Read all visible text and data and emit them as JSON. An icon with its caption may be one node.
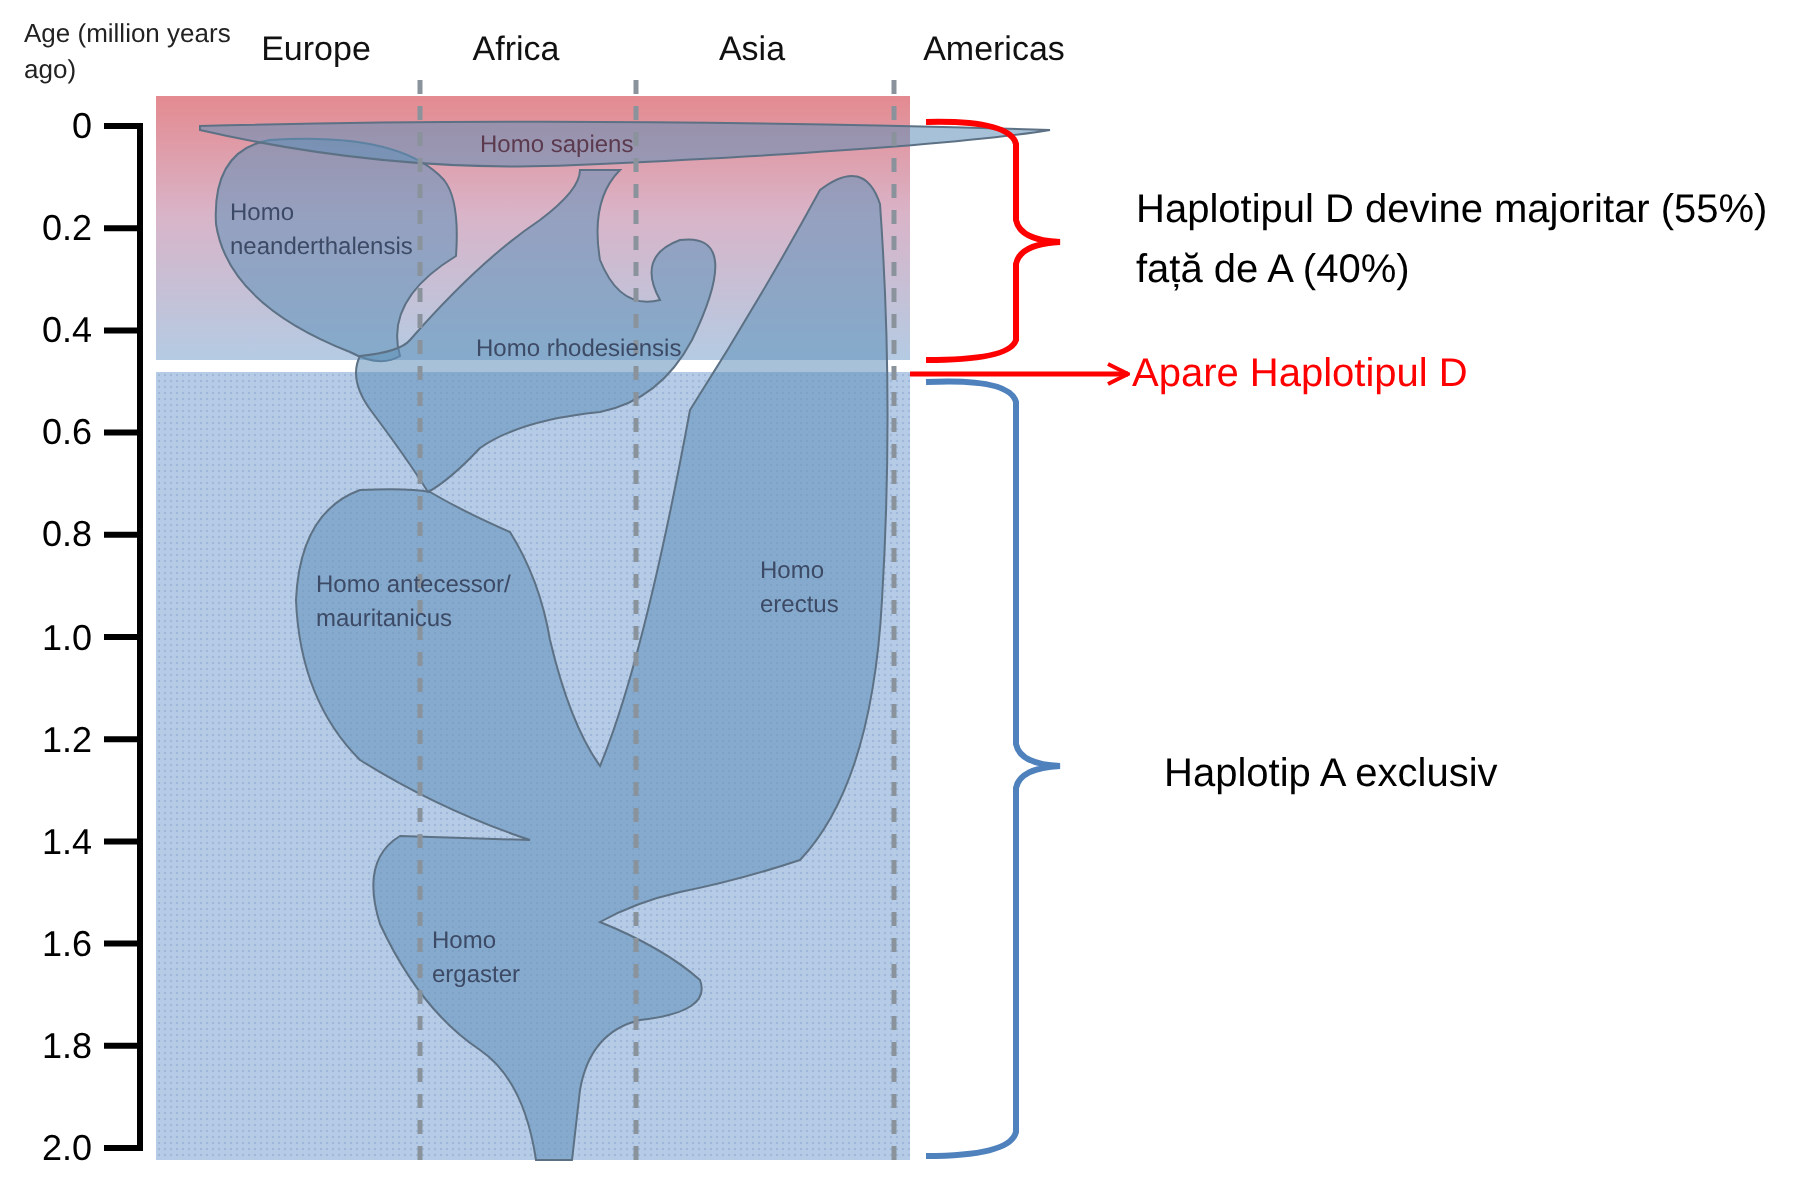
{
  "diagram": {
    "nodes": [
      {
        "text": [],
        "shape": "box"
      },
      {
        "text": [],
        "shape": "box"
      },
      {
        "text": [
          "Apare Haplotipul D"
        ]
      }
    ],
    "edges": [
      {
        "from": 1,
        "to": 2,
        "arrow": "to",
        "color": "#ff0000"
      }
    ],
    "labels": [
      "Age (million years ago)",
      "Europe",
      "Africa",
      "Asia",
      "Americas",
      "0",
      "0.2",
      "0.4",
      "0.6",
      "0.8",
      "1.0",
      "1.2",
      "1.4",
      "1.6",
      "1.8",
      "2.0",
      "Homo sapiens",
      "Homo neanderthalensis",
      "Homo rhodesiensis",
      "Homo antecessor/ mauritanicus",
      "Homo erectus",
      "Homo ergaster",
      "Haplotipul D devine majoritar (55%) față de A (40%)",
      "Haplotip A exclusiv"
    ]
  }
}
